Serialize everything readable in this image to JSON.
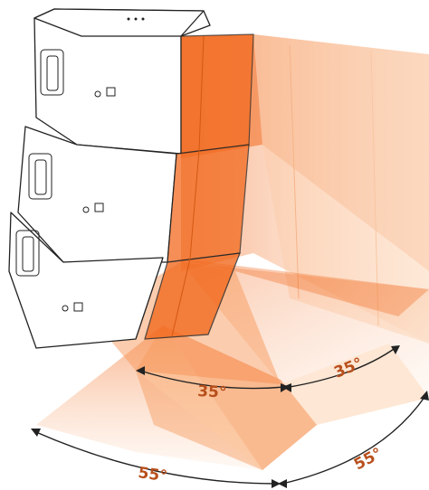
{
  "colors": {
    "beam_dark": "#f26a1f",
    "beam_mid": "#f79a5c",
    "beam_light": "#fde0c8",
    "angle_text": "#b84f1c",
    "outline": "#222222"
  },
  "angles": {
    "upper_left": "35°",
    "upper_right": "35°",
    "lower_left": "55°",
    "lower_right": "55°"
  }
}
